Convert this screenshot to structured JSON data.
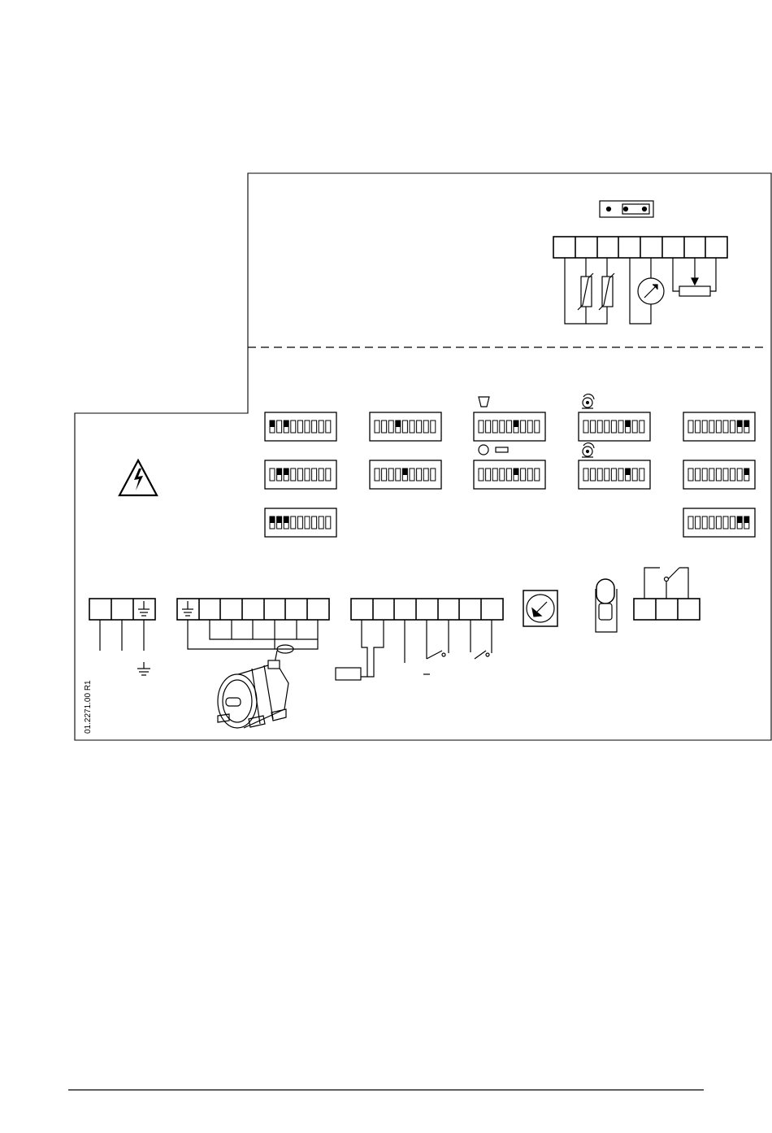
{
  "document_id": "01.2271.00 R1",
  "dip_switches": [
    {
      "id": "sw-1",
      "on": [
        0,
        2
      ]
    },
    {
      "id": "sw-2",
      "on": [
        3
      ]
    },
    {
      "id": "sw-3",
      "on": [
        5
      ]
    },
    {
      "id": "sw-4",
      "on": [
        6
      ]
    },
    {
      "id": "sw-5",
      "on": [
        7,
        8
      ]
    },
    {
      "id": "sw-6",
      "on": [
        1,
        2
      ]
    },
    {
      "id": "sw-7",
      "on": [
        4
      ]
    },
    {
      "id": "sw-8",
      "on": [
        5
      ]
    },
    {
      "id": "sw-9",
      "on": [
        6
      ]
    },
    {
      "id": "sw-10",
      "on": [
        8
      ]
    },
    {
      "id": "sw-11",
      "on": [
        0,
        1,
        2
      ]
    },
    {
      "id": "sw-12",
      "on": [
        7,
        8
      ]
    }
  ],
  "dip_positions_per_switch": 9,
  "icons": {
    "warning": "high-voltage-warning-icon",
    "motor": "electric-motor-icon",
    "gauge": "pressure-gauge-icon",
    "key_switch": "key-switch-icon",
    "ground": "ground-icon",
    "thermistor": "thermistor-icon",
    "potentiometer": "potentiometer-icon",
    "relay": "relay-contact-icon",
    "jumper": "jumper-icon"
  },
  "colors": {
    "line": "#000000",
    "background": "#ffffff"
  }
}
